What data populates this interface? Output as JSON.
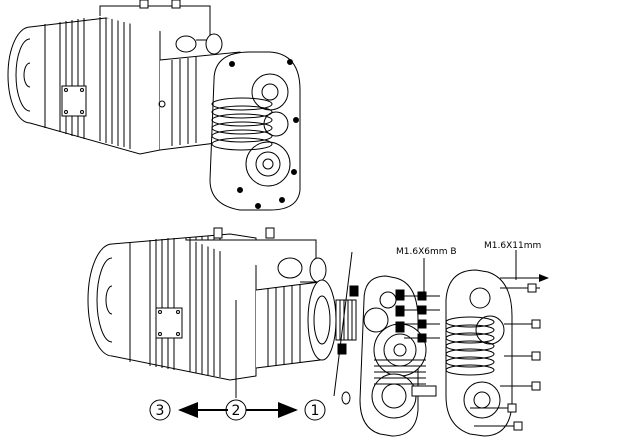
{
  "callouts": {
    "screw_a": "M1.6X6mm B",
    "screw_b": "M1.6X11mm"
  },
  "steps": {
    "left": "3",
    "middle": "2",
    "right": "1"
  }
}
